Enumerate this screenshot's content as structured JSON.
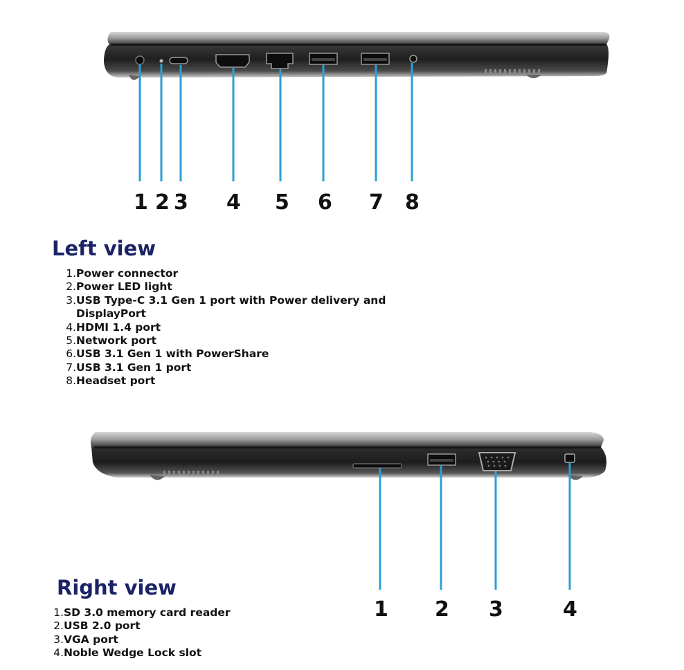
{
  "left_view": {
    "title": "Left view",
    "callouts": [
      "1",
      "2",
      "3",
      "4",
      "5",
      "6",
      "7",
      "8"
    ],
    "items": [
      {
        "num": "1.",
        "label": "Power connector"
      },
      {
        "num": "2.",
        "label": "Power LED light"
      },
      {
        "num": "3.",
        "label": "USB Type-C 3.1 Gen 1 port with Power delivery and DisplayPort"
      },
      {
        "num": "4.",
        "label": "HDMI 1.4 port"
      },
      {
        "num": "5.",
        "label": "Network port"
      },
      {
        "num": "6.",
        "label": "USB 3.1 Gen 1 with PowerShare"
      },
      {
        "num": "7.",
        "label": "USB 3.1 Gen 1 port"
      },
      {
        "num": "8.",
        "label": "Headset port"
      }
    ]
  },
  "right_view": {
    "title": "Right view",
    "callouts": [
      "1",
      "2",
      "3",
      "4"
    ],
    "items": [
      {
        "num": "1.",
        "label": "SD 3.0 memory card reader"
      },
      {
        "num": "2.",
        "label": "USB 2.0 port"
      },
      {
        "num": "3.",
        "label": "VGA port"
      },
      {
        "num": "4.",
        "label": "Noble Wedge Lock slot"
      }
    ]
  },
  "colors": {
    "leader_line": "#2a9fd8",
    "title": "#1b2366",
    "chassis_dark": "#2b2b2b",
    "chassis_light": "#b9b9b9"
  }
}
